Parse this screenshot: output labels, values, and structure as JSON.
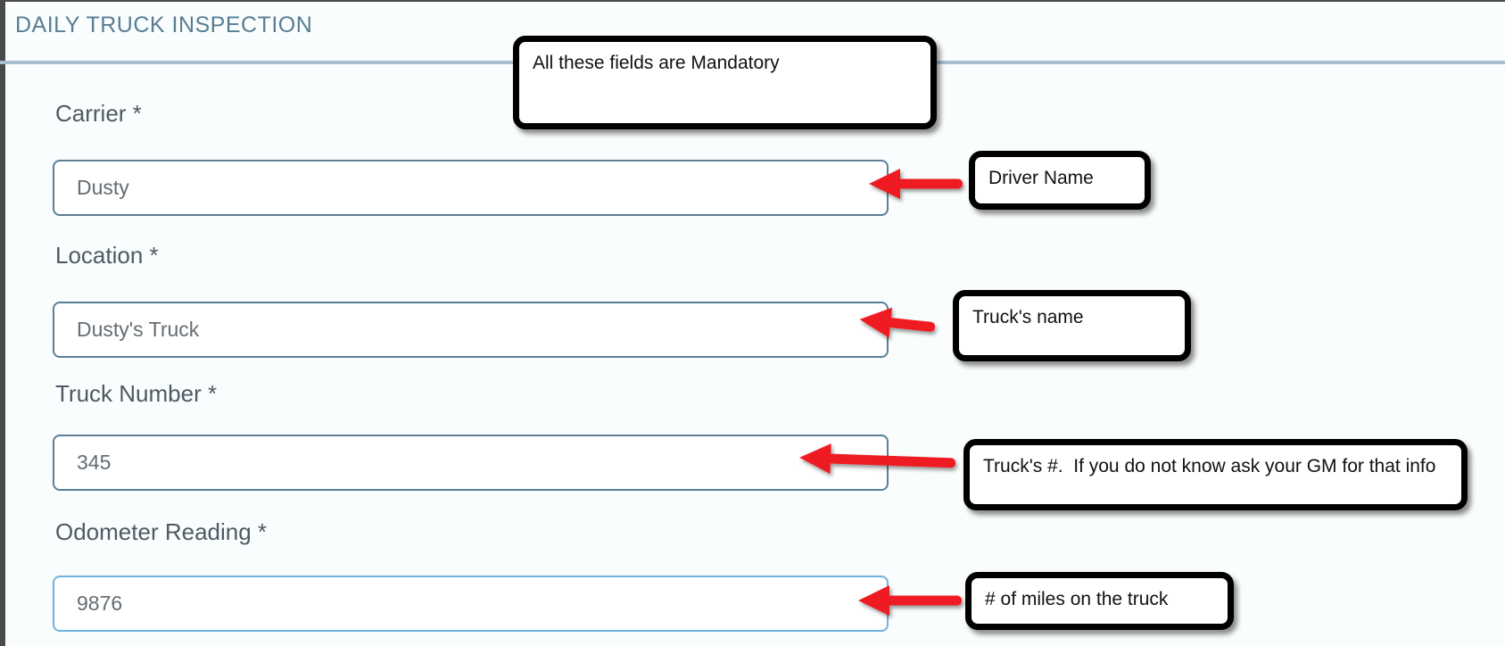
{
  "header": {
    "title": "DAILY TRUCK INSPECTION"
  },
  "form": {
    "fields": [
      {
        "label": "Carrier *",
        "value": "Dusty"
      },
      {
        "label": "Location *",
        "value": "Dusty's Truck"
      },
      {
        "label": "Truck Number *",
        "value": "345"
      },
      {
        "label": "Odometer Reading *",
        "value": "9876"
      }
    ]
  },
  "annotations": {
    "mandatory_note": "All these fields are Mandatory",
    "callouts": [
      {
        "target": "carrier",
        "text": "Driver Name"
      },
      {
        "target": "location",
        "text": "Truck's name"
      },
      {
        "target": "truck-number",
        "text": "Truck's #.  If you do not know ask your GM for that info"
      },
      {
        "target": "odometer",
        "text": "# of miles on the truck"
      }
    ]
  },
  "colors": {
    "title": "#587e93",
    "divider": "#a7c0d0",
    "label": "#4d5a63",
    "input_border": "#5b7e93",
    "input_border_focused": "#6fb2e2",
    "arrow_red": "#ee1c24",
    "callout_border": "#000000",
    "window_edge": "#4a4a4a"
  }
}
